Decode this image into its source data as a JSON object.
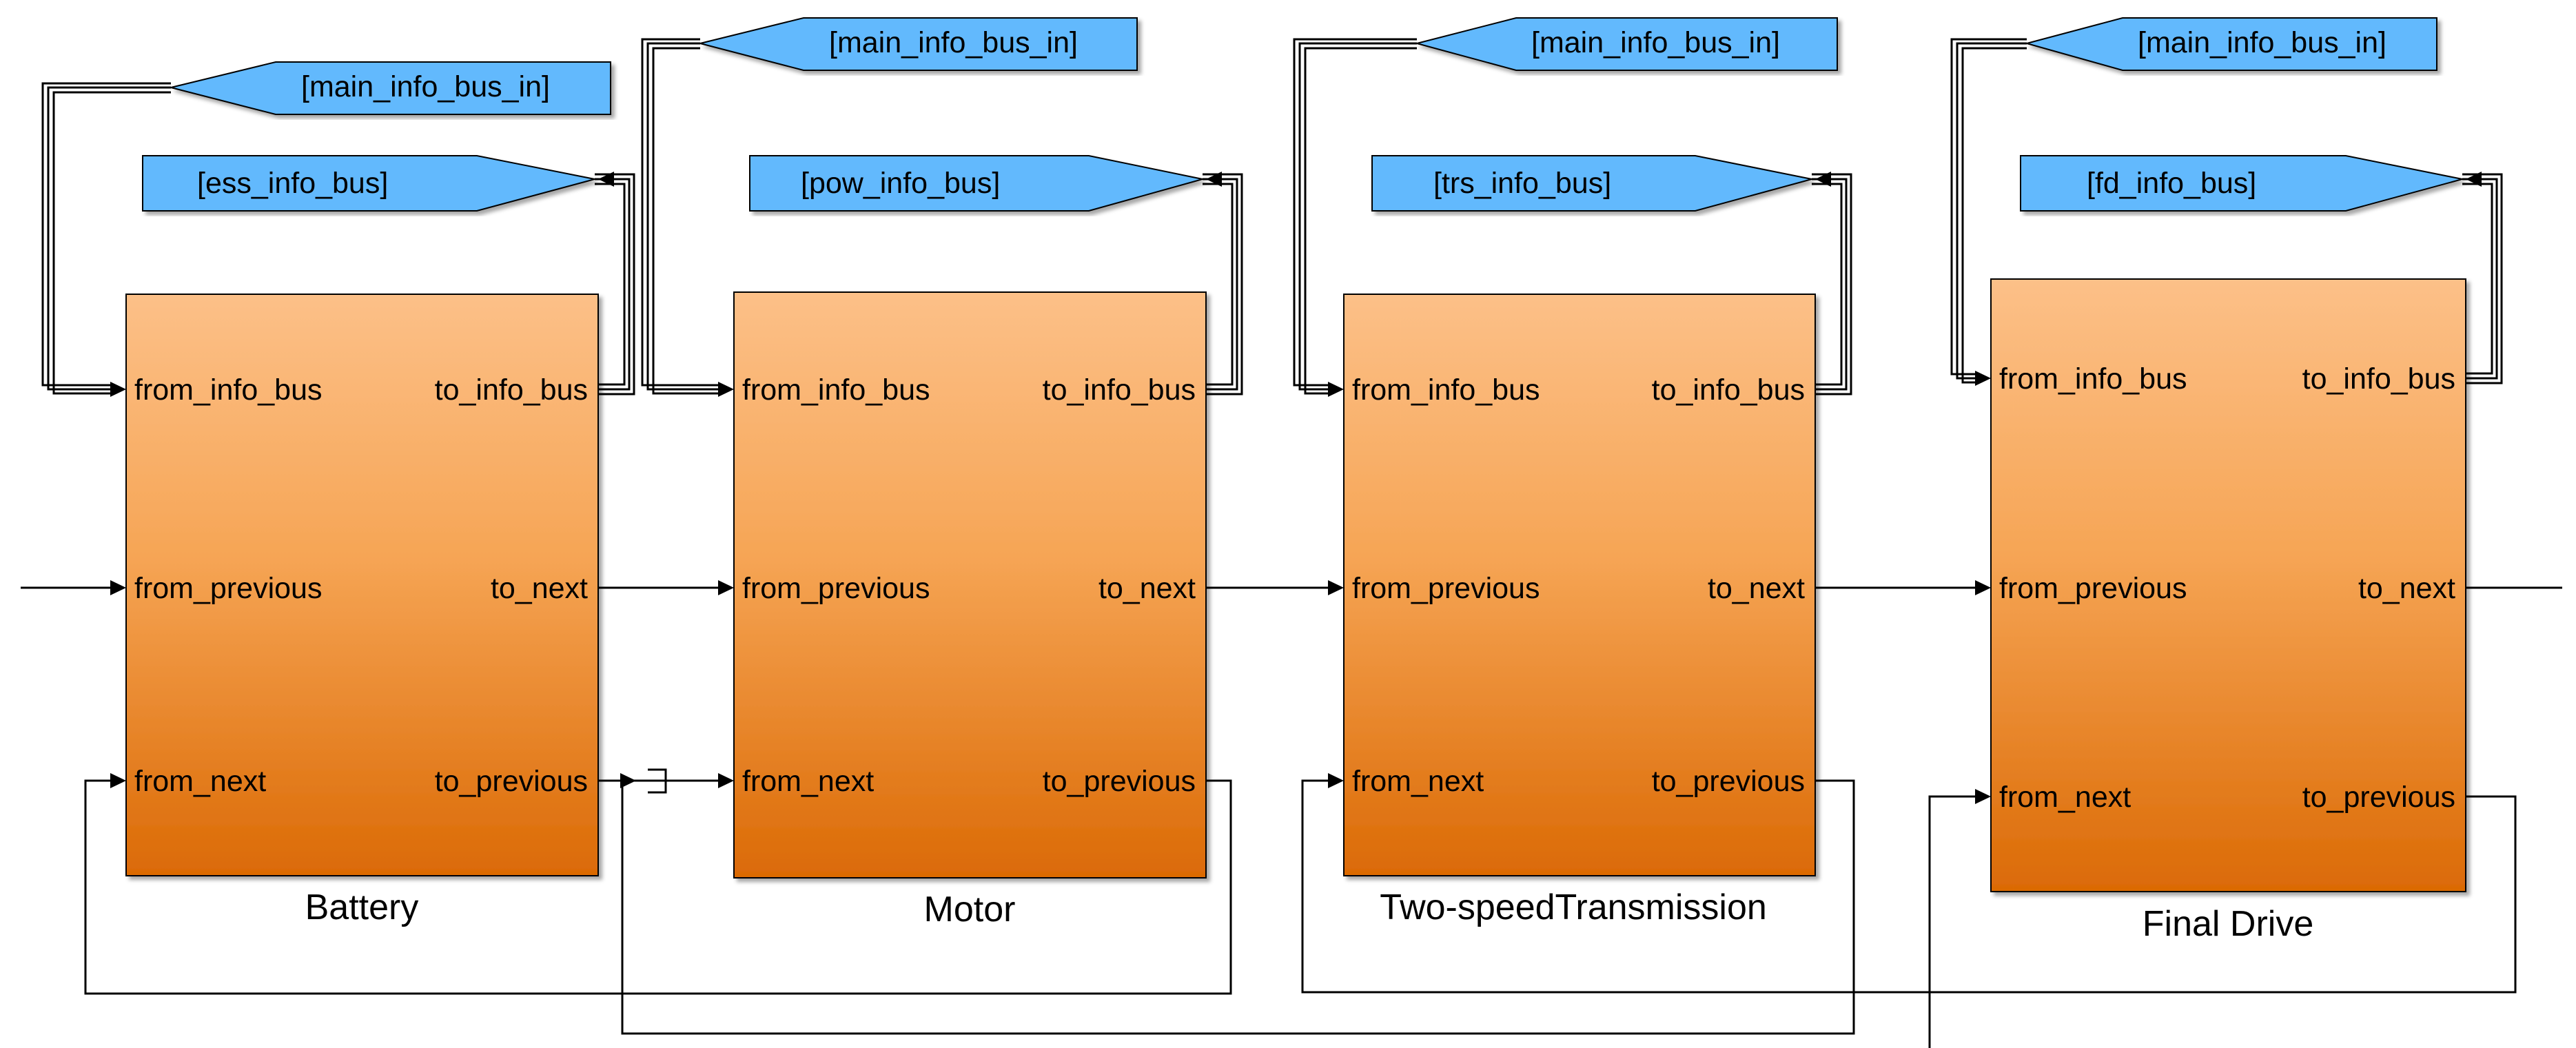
{
  "blocks": [
    {
      "name": "Battery",
      "ports_in": [
        "from_info_bus",
        "from_previous",
        "from_next"
      ],
      "ports_out": [
        "to_info_bus",
        "to_next",
        "to_previous"
      ]
    },
    {
      "name": "Motor",
      "ports_in": [
        "from_info_bus",
        "from_previous",
        "from_next"
      ],
      "ports_out": [
        "to_info_bus",
        "to_next",
        "to_previous"
      ]
    },
    {
      "name": "Two-speedTransmission",
      "ports_in": [
        "from_info_bus",
        "from_previous",
        "from_next"
      ],
      "ports_out": [
        "to_info_bus",
        "to_next",
        "to_previous"
      ]
    },
    {
      "name": "Final Drive",
      "ports_in": [
        "from_info_bus",
        "from_previous",
        "from_next"
      ],
      "ports_out": [
        "to_info_bus",
        "to_next",
        "to_previous"
      ]
    }
  ],
  "from_tags": [
    "[main_info_bus_in]",
    "[main_info_bus_in]",
    "[main_info_bus_in]",
    "[main_info_bus_in]"
  ],
  "goto_tags": [
    "[ess_info_bus]",
    "[pow_info_bus]",
    "[trs_info_bus]",
    "[fd_info_bus]"
  ],
  "colors": {
    "block_top": "#fcc088",
    "block_bottom": "#db6a05",
    "tag_fill": "#62b9fd",
    "line": "#000000"
  }
}
